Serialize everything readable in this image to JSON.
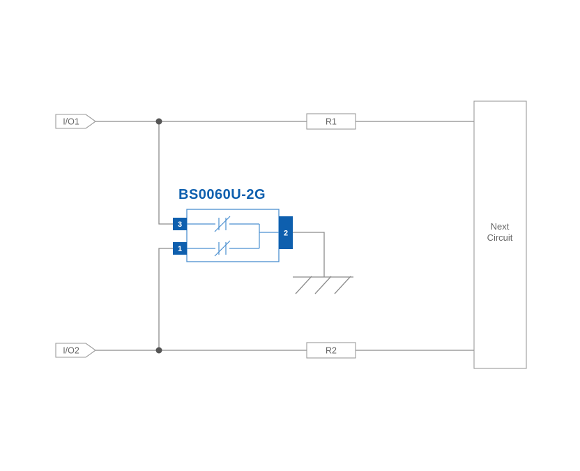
{
  "diagram": {
    "title": "BS0060U-2G",
    "inputs": [
      {
        "label": "I/O1"
      },
      {
        "label": "I/O2"
      }
    ],
    "resistors": [
      {
        "label": "R1"
      },
      {
        "label": "R2"
      }
    ],
    "next_circuit": {
      "line1": "Next",
      "line2": "Circuit"
    },
    "pins": {
      "pin3": "3",
      "pin1": "1",
      "pin2": "2"
    },
    "colors": {
      "wire": "#8c8c8c",
      "text": "#666666",
      "blue": "#0e5fae",
      "component_border": "#4a8fd0",
      "junction": "#555555",
      "box_border": "#9a9a9a"
    }
  }
}
